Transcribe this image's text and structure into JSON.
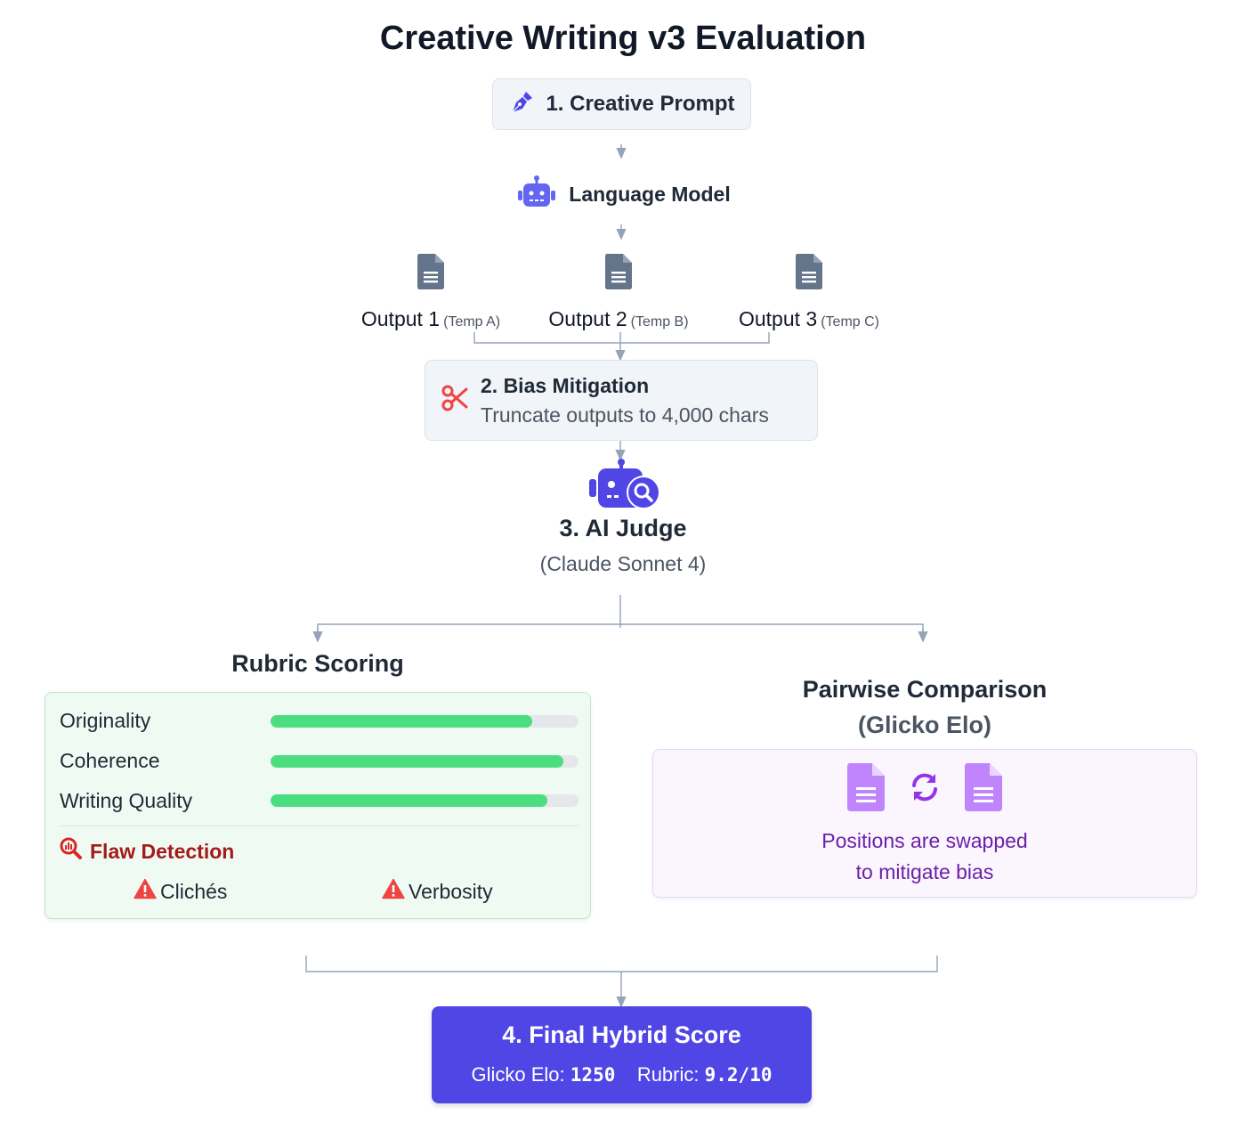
{
  "title": "Creative Writing v3 Evaluation",
  "steps": {
    "prompt": {
      "label": "1. Creative Prompt",
      "icon": "pen-nib-icon"
    },
    "model": {
      "label": "Language Model",
      "icon": "robot-icon"
    },
    "outputs": [
      {
        "label": "Output 1",
        "temp": "(Temp A)",
        "icon": "document-icon"
      },
      {
        "label": "Output 2",
        "temp": "(Temp B)",
        "icon": "document-icon"
      },
      {
        "label": "Output 3",
        "temp": "(Temp C)",
        "icon": "document-icon"
      }
    ],
    "bias": {
      "title": "2. Bias Mitigation",
      "description": "Truncate outputs to 4,000 chars",
      "icon": "scissors-icon"
    },
    "judge": {
      "title": "3. AI Judge",
      "subtitle": "(Claude Sonnet 4)",
      "icon": "robot-magnifier-icon"
    }
  },
  "rubric": {
    "title": "Rubric Scoring",
    "metrics": [
      {
        "name": "Originality",
        "level": 0.85
      },
      {
        "name": "Coherence",
        "level": 0.95
      },
      {
        "name": "Writing Quality",
        "level": 0.9
      }
    ],
    "flaw_detection": {
      "title": "Flaw Detection",
      "icon": "magnifier-chart-icon",
      "items": [
        {
          "label": "Clichés",
          "icon": "warning-icon"
        },
        {
          "label": "Verbosity",
          "icon": "warning-icon"
        }
      ]
    }
  },
  "pairwise": {
    "title": "Pairwise Comparison",
    "subtitle": "(Glicko Elo)",
    "text_line1": "Positions are swapped",
    "text_line2": "to mitigate bias",
    "icons": [
      "document-icon",
      "swap-icon",
      "document-icon"
    ]
  },
  "final": {
    "title": "4. Final Hybrid Score",
    "elo_label": "Glicko Elo:",
    "elo_value": "1250",
    "rubric_label": "Rubric:",
    "rubric_value": "9.2/10"
  },
  "colors": {
    "accent": "#4f46e5",
    "bar_fill": "#4ade80",
    "warning": "#ef4444",
    "flaw_text": "#a41a1a",
    "pairwise_text": "#6b21a8",
    "document_gray": "#64748b",
    "document_purple": "#c084fc",
    "connector": "#94a3b8"
  }
}
